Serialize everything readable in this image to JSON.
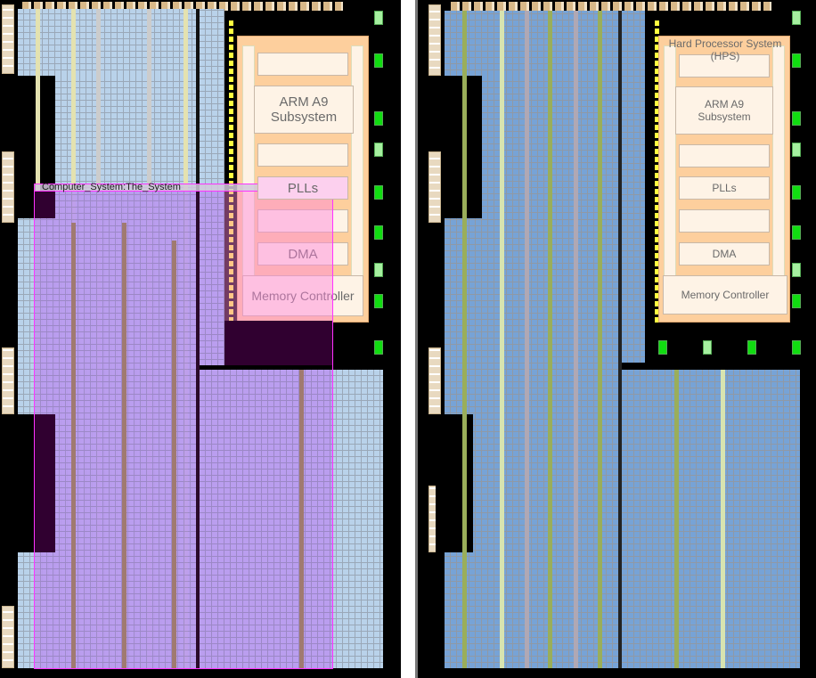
{
  "left_view": {
    "region_label": "Computer_System:The_System",
    "hps": {
      "blocks": [
        "ARM A9\nSubsystem",
        "PLLs",
        "DMA",
        "Memory Controller"
      ]
    },
    "highlight_color": "#ff33ff"
  },
  "right_view": {
    "hps": {
      "title": "Hard Processor System (HPS)",
      "blocks": [
        "ARM A9\nSubsystem",
        "PLLs",
        "DMA",
        "Memory Controller"
      ]
    }
  }
}
